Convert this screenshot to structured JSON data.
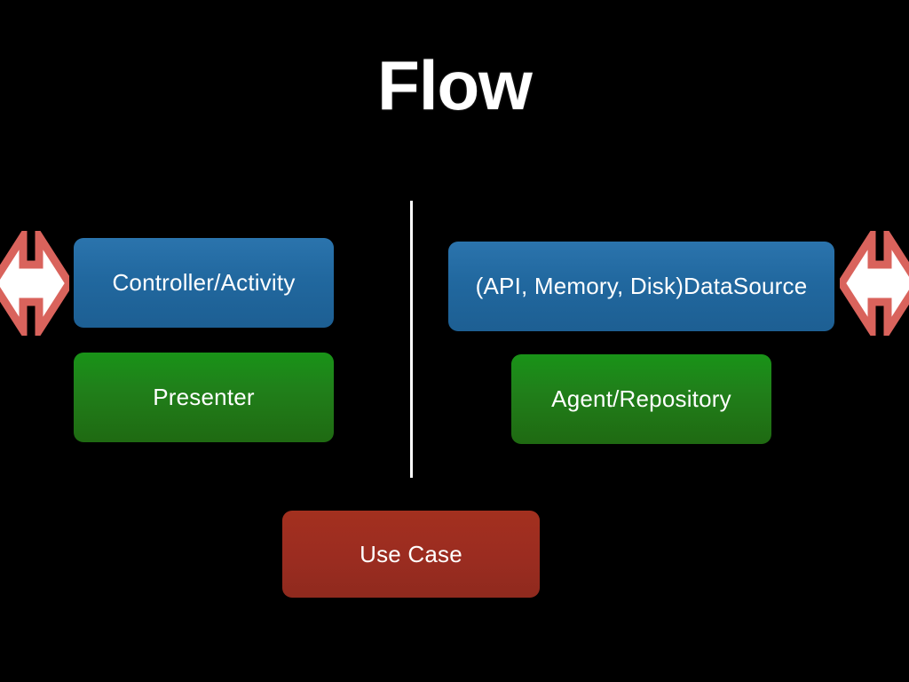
{
  "slide": {
    "title": "Flow",
    "background_color": "#000000",
    "text_color": "#ffffff"
  },
  "colors": {
    "blue": "#21689f",
    "green": "#1f7a14",
    "red": "#9b2c20",
    "arrow_stroke": "#d9635c",
    "arrow_fill": "#ffffff",
    "divider": "#ffffff"
  },
  "diagram": {
    "divider": {
      "orientation": "vertical",
      "label": "layer-separator"
    },
    "left_column": {
      "nodes": [
        {
          "label": "Controller/Activity",
          "color": "blue"
        },
        {
          "label": "Presenter",
          "color": "green"
        }
      ]
    },
    "right_column": {
      "nodes": [
        {
          "label": "(API, Memory, Disk)DataSource",
          "color": "blue"
        },
        {
          "label": "Agent/Repository",
          "color": "green"
        }
      ]
    },
    "bottom": {
      "nodes": [
        {
          "label": "Use Case",
          "color": "red"
        }
      ]
    },
    "arrows": [
      {
        "name": "left-double-arrow",
        "direction": "left-right"
      },
      {
        "name": "right-double-arrow",
        "direction": "left-right"
      }
    ]
  }
}
